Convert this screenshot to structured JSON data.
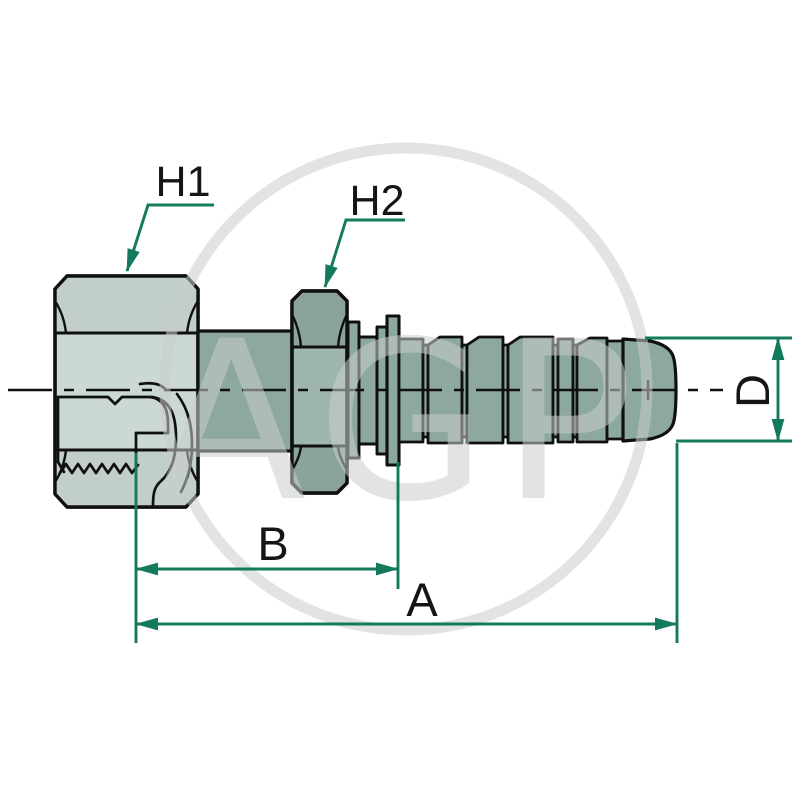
{
  "diagram": {
    "type": "technical-drawing-hydraulic-hose-fitting",
    "labels": {
      "h1": "H1",
      "h2": "H2",
      "length_b": "B",
      "length_a": "A",
      "diameter_d": "D"
    },
    "watermark": {
      "text": "AGP"
    },
    "colors": {
      "dimension_green": "#147a5e",
      "line_black": "#101010",
      "nut_light": "#ccd8d2",
      "nut_band": "#c2cfc9",
      "metal_dark": "#8da7a1",
      "hex_mid": "#9fb6af",
      "hex_band": "#8aa49d",
      "watermark_gray": "#c9cecc",
      "background": "#ffffff"
    }
  }
}
